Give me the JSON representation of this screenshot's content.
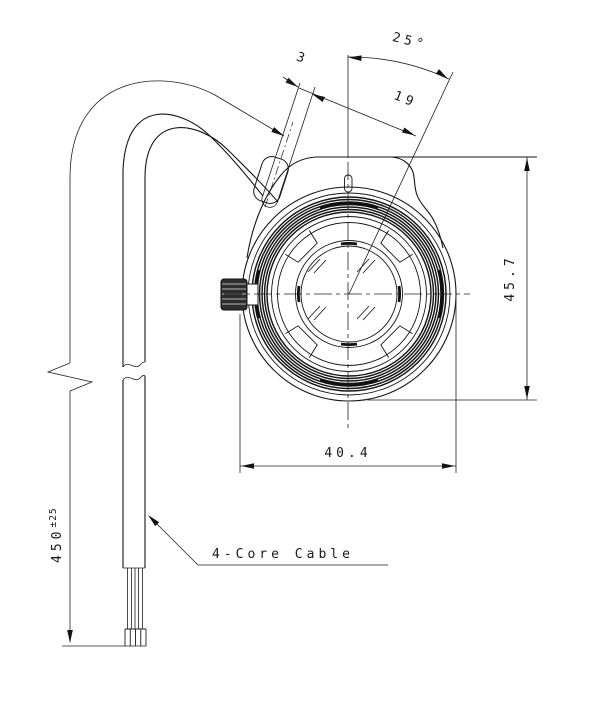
{
  "drawing": {
    "type": "technical-drawing",
    "view": "lens-head-front-view-with-cable",
    "dimensions": {
      "angle": "25°",
      "cable_diameter": "3",
      "cable_offset": "19",
      "head_height": "45.7",
      "head_width": "40.4",
      "cable_length": "450",
      "cable_length_tolerance": "±25"
    },
    "labels": {
      "cable": "4-Core Cable"
    },
    "colors": {
      "line": "#1a1a1a",
      "background": "#ffffff"
    }
  }
}
